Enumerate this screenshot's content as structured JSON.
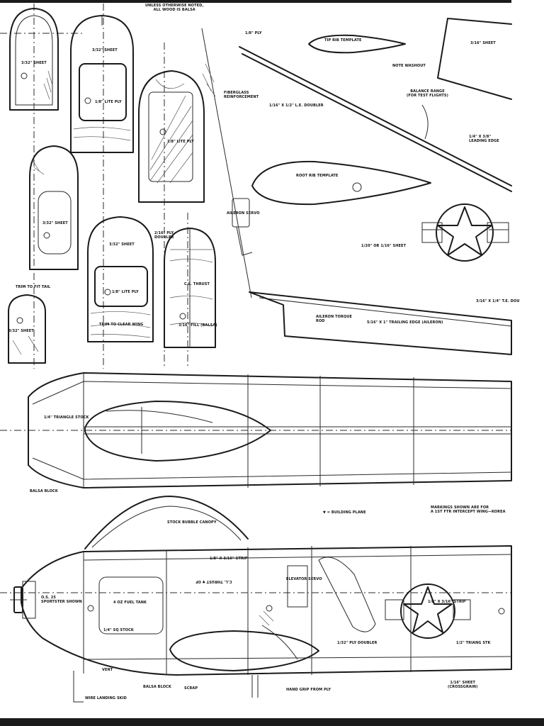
{
  "notes": {
    "general": [
      "UNLESS OTHERWISE NOTED,",
      "ALL WOOD IS BALSA"
    ],
    "building_plane": "▼ = BUILDING PLANE",
    "markings": [
      "MARKINGS SHOWN ARE FOR",
      "A 1ST FTR INTERCEPT WING—KOREA"
    ]
  },
  "formers": {
    "f1_sheet": "3/32\" SHEET",
    "f2_sheet": "3/32\" SHEET",
    "f2_ply": "1/8\" LITE PLY",
    "f3_ply": "1/8\" LITE PLY",
    "f4_sheet": "3/32\" SHEET",
    "f5_sheet": "3/32\" SHEET",
    "f5_ply": "1/8\" LITE PLY",
    "f5_trim": "TRIM TO CLEAR WING",
    "f6_ply": "2/16\" PLY",
    "f6_doubler": "DOUBLER",
    "f6_thrust": "C.L. THRUST",
    "f6_balsa": "3/16\" FILL (BALSA)",
    "f7_trim": "TRIM TO FIT TAIL",
    "f7_sheet": "3/32\" SHEET"
  },
  "wing": {
    "ply_top": "1/8\" PLY",
    "tip_template": "TIP RIB TEMPLATE",
    "washout": "NOTE WASHOUT",
    "fiberglass": [
      "FIBERGLASS",
      "REINFORCEMENT"
    ],
    "le_doubler": "1/16\" X 1/2\" L.E. DOUBLER",
    "balance": [
      "BALANCE RANGE",
      "(FOR TEST FLIGHTS)"
    ],
    "leading_edge": [
      "1/4\" X 3/8\"",
      "LEADING EDGE"
    ],
    "tip_sheet": "3/16\" SHEET",
    "root_template": "ROOT RIB TEMPLATE",
    "aileron_servo": "AILERON SERVO",
    "sheeting": "1/20\" OR 1/16\" SHEET",
    "te_dou": "3/16\" X 1/4\" T.E. DOU",
    "torque_rod": [
      "AILERON TORQUE",
      "ROD"
    ],
    "trailing_edge": "5/16\" X 1\" TRAILING EDGE (AILERON)"
  },
  "top_view": {
    "triangle": "1/4\" TRIANGLE STOCK",
    "balsa_block": "BALSA BLOCK"
  },
  "side_view": {
    "canopy": "STOCK BUBBLE CANOPY",
    "strip_top": "1/8\" X 3/16\" STRIP",
    "thrust_upside": "C.L. THRUST ▼ OF",
    "engine": [
      "O.S. 25",
      "SPORTSTER SHOWN"
    ],
    "fuel_tank": "4 OZ FUEL TANK",
    "elevator_servo": "ELEVATOR SERVO",
    "strip_right": "1/8\" X 3/16\" STRIP",
    "sq_stock": "1/4\" SQ STOCK",
    "ply_doubler": "1/32\" PLY DOUBLER",
    "triang_stk": "1/2\" TRIANG STK",
    "vent": "VENT",
    "skid": "WIRE LANDING SKID",
    "balsa_block": "BALSA BLOCK",
    "scrap": "SCRAP",
    "hand_grip": "HAND GRIP FROM PLY",
    "sheet_cross": [
      "1/16\" SHEET",
      "(CROSSGRAIN)"
    ]
  }
}
